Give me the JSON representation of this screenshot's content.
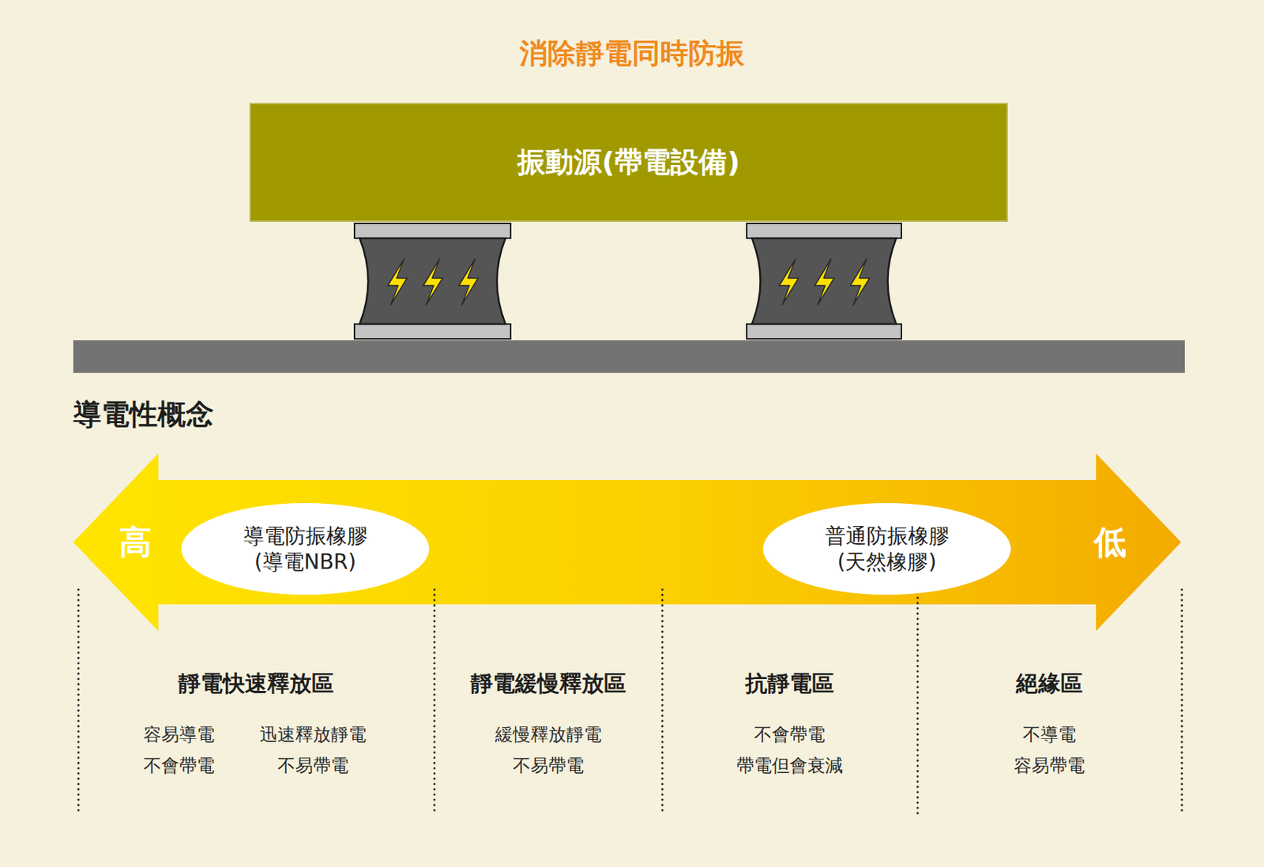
{
  "diagram": {
    "title": "消除靜電同時防振",
    "nodes": [
      {
        "text": [
          "振動源(帶電設備)"
        ]
      },
      {
        "text": [
          "導電防振橡膠",
          "(導電NBR)"
        ]
      },
      {
        "text": [
          "普通防振橡膠",
          "(天然橡膠)"
        ]
      }
    ],
    "labels": [
      "導電性概念",
      "高",
      "低",
      "靜電快速釋放區",
      "容易導電",
      "迅速釋放靜電",
      "不會帶電",
      "不易帶電",
      "靜電緩慢釋放區",
      "緩慢釋放靜電",
      "不易帶電",
      "抗靜電區",
      "不會帶電",
      "帶電但會衰減",
      "絕緣區",
      "不導電",
      "容易帶電"
    ]
  }
}
